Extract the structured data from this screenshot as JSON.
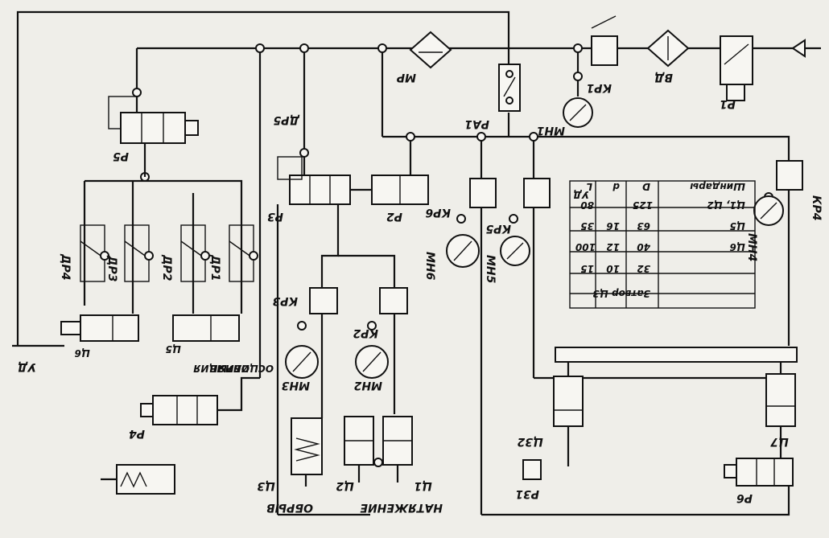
{
  "labels": {
    "p1": "Р1",
    "vd": "ВД",
    "kr1": "КР1",
    "mn1": "МН1",
    "pa1": "РА1",
    "mr": "МР",
    "p5": "Р5",
    "drs": "ДР5",
    "p3": "Р3",
    "p2": "Р2",
    "krb": "КР6",
    "mnb": "МН6",
    "krs": "КР5",
    "mns": "МН5",
    "kr4": "КР4",
    "mn4": "МН4",
    "kr3": "КР3",
    "kr2": "КР2",
    "mn3": "МН3",
    "mn2": "МН2",
    "dr4": "ДР4",
    "dr3": "ДР3",
    "dr2": "ДР2",
    "dr1": "ДР1",
    "c6": "Ц6",
    "c5": "Ц5",
    "ud": "УД",
    "oscill": "ОСЦИЛЛЯЦИЯ",
    "obryv": "ОБРЫВ",
    "p4": "Р4",
    "c3": "Ц3",
    "c2": "Ц2",
    "c1": "Ц1",
    "natyazh": "НАТЯЖЕНИЕ",
    "obryv2": "ОБРЫВ",
    "c32": "Ц32",
    "p31": "Р31",
    "c7": "Ц7",
    "p6": "Р6",
    "ud2": "УД"
  },
  "table": {
    "headers": [
      "Шиндары",
      "D",
      "d",
      "L"
    ],
    "rows": [
      [
        "Ц1, Ц2",
        "125",
        "",
        "80"
      ],
      [
        "Ц5",
        "63",
        "16",
        "35"
      ],
      [
        "Ц6",
        "40",
        "12",
        "100"
      ],
      [
        "",
        "32",
        "10",
        "15"
      ],
      [
        "Затвор Ц3",
        "",
        "",
        ""
      ]
    ]
  }
}
